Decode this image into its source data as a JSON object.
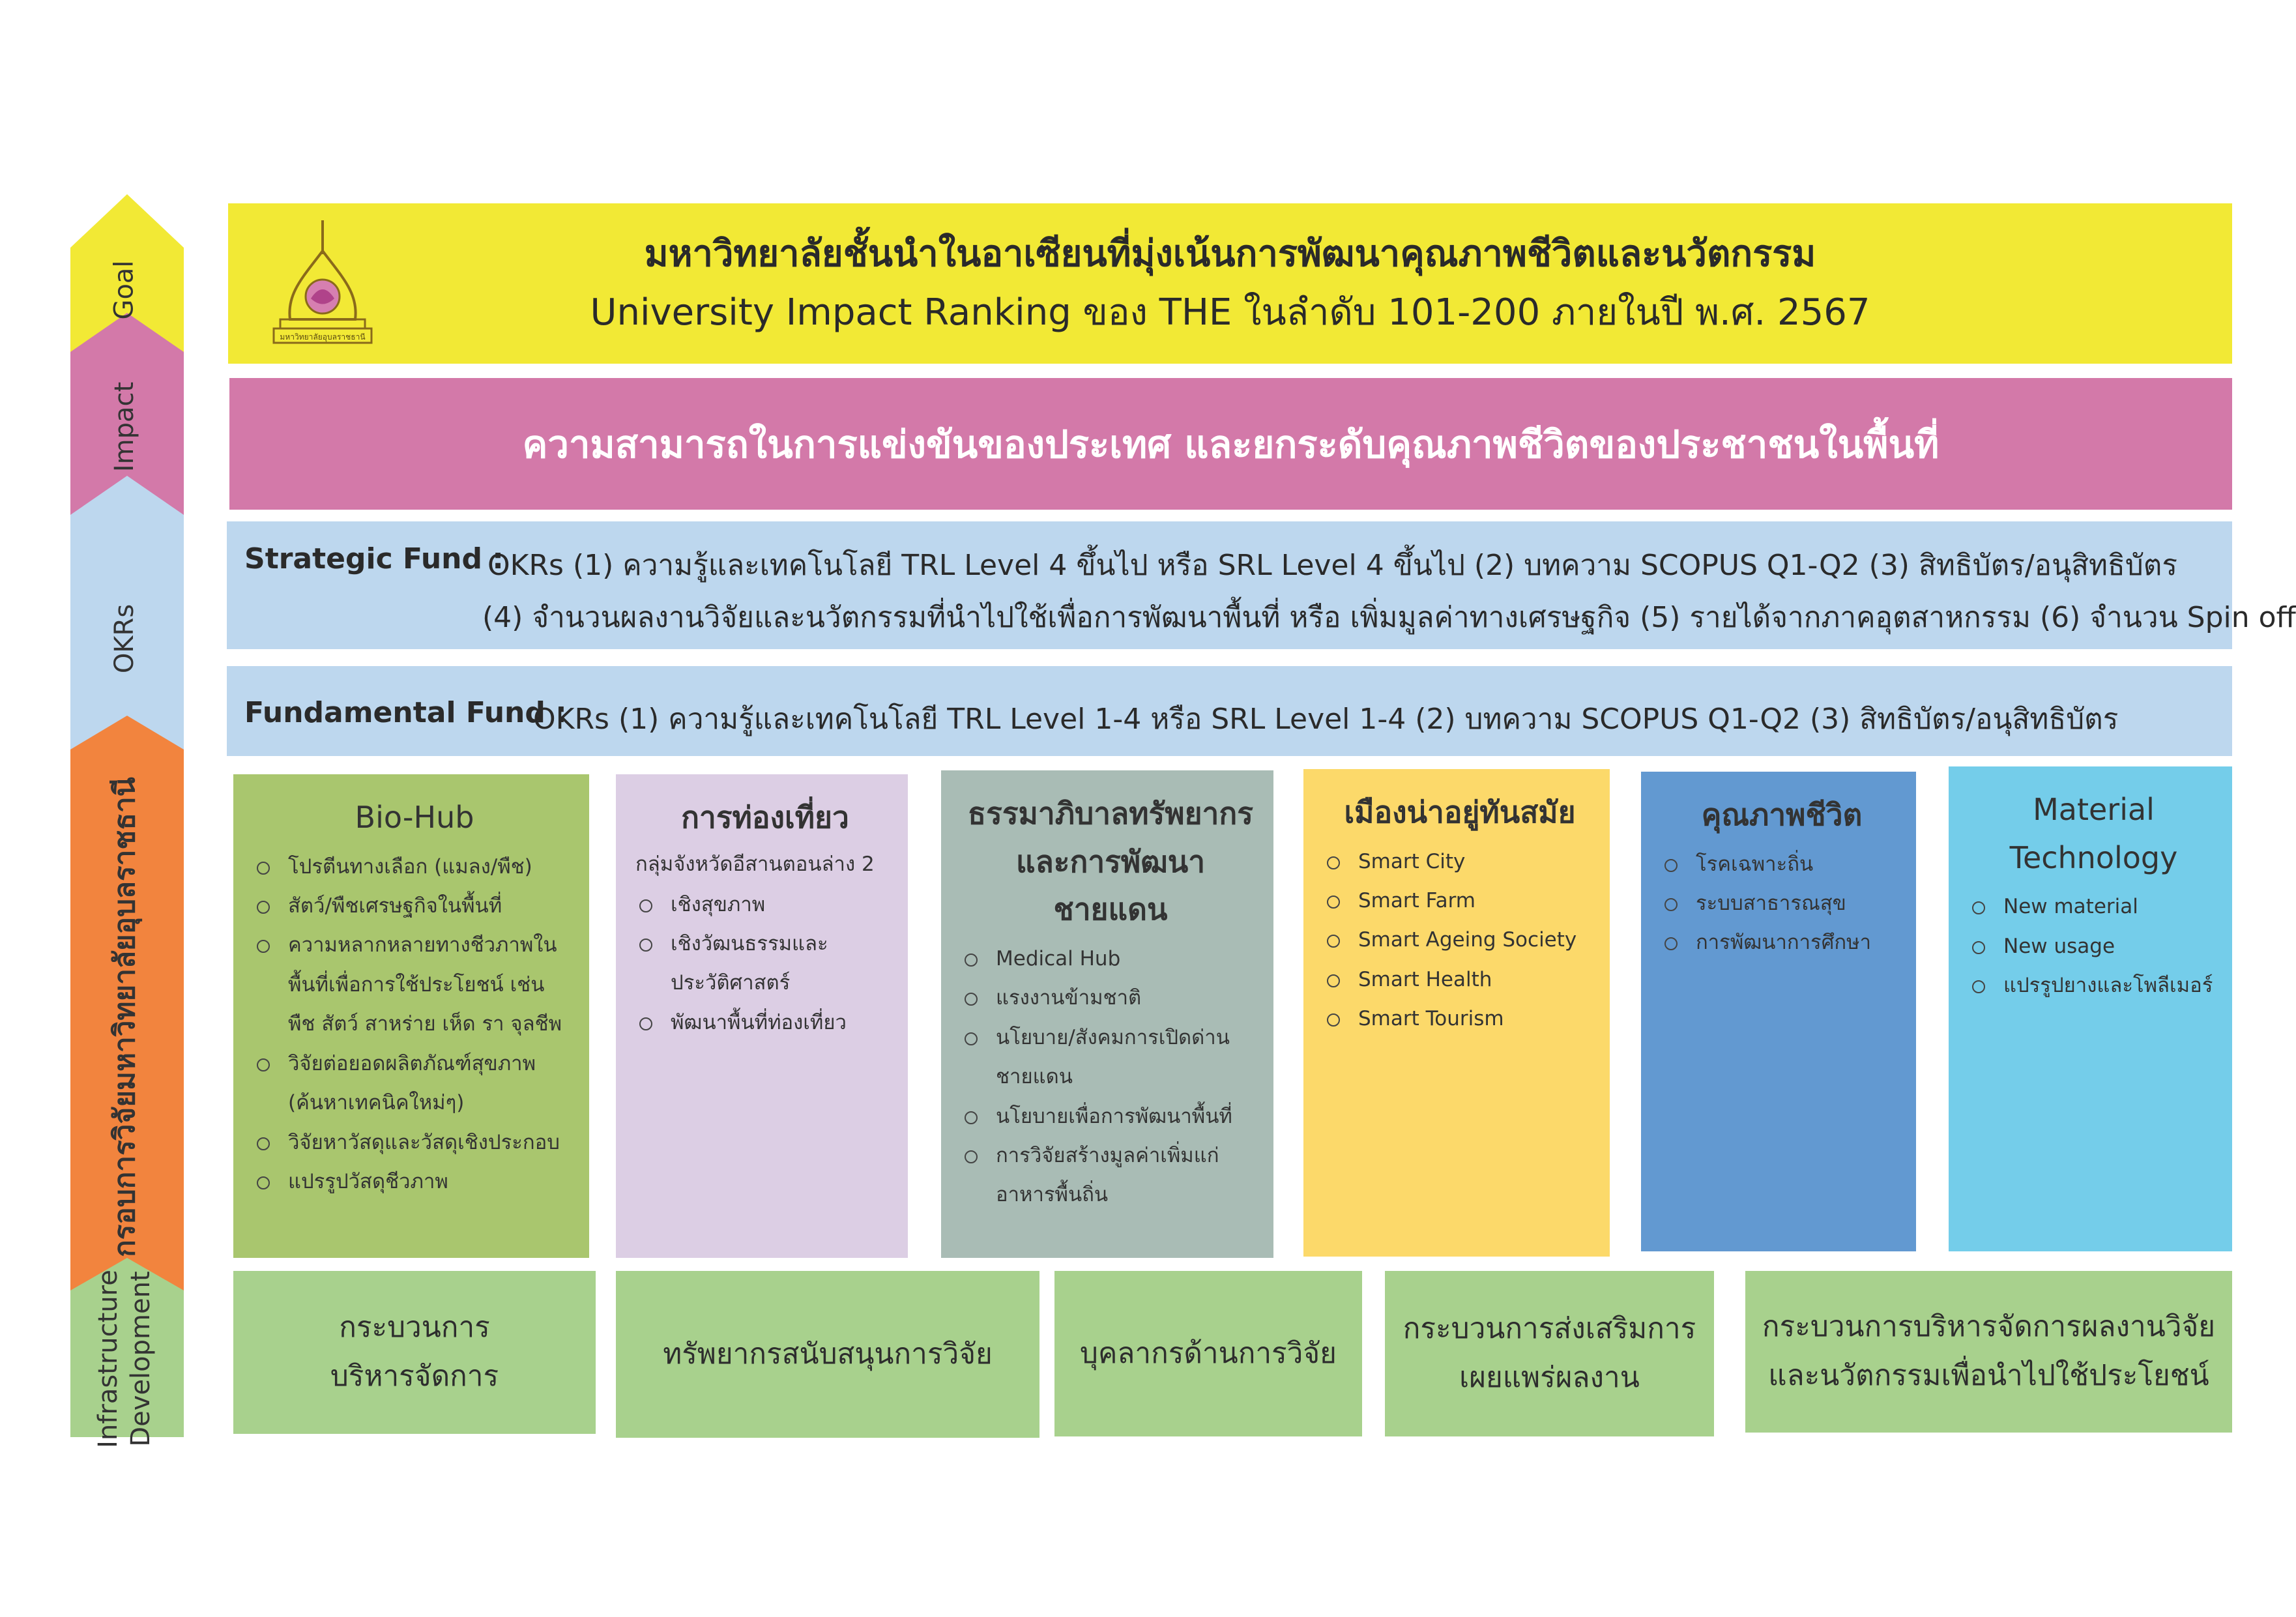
{
  "colors": {
    "goal": "#f2e935",
    "impact": "#d379a9",
    "okrs": "#bdd7ee",
    "research_frame": "#f2843e",
    "infra": "#a8d18d",
    "biohub": "#a9c66e",
    "tourism": "#dccee4",
    "governance": "#a9bcb5",
    "city": "#fcd96a",
    "quality": "#6299d1",
    "material": "#74cdea"
  },
  "side_labels": {
    "goal": "Goal",
    "impact": "Impact",
    "okrs": "OKRs",
    "research_frame": "กรอบการวิจัยมหาวิทยาลัยอุบลราชธานี",
    "infra_line1": "Infrastructure",
    "infra_line2": "Development"
  },
  "goal": {
    "line1": "มหาวิทยาลัยชั้นนำในอาเซียนที่มุ่งเน้นการพัฒนาคุณภาพชีวิตและนวัตกรรม",
    "line2": "University Impact Ranking ของ THE ในลำดับ 101-200 ภายในปี พ.ศ. 2567",
    "logo_caption": "มหาวิทยาลัยอุบลราชธานี"
  },
  "impact": {
    "text": "ความสามารถในการแข่งขันของประเทศ และยกระดับคุณภาพชีวิตของประชาชนในพื้นที่"
  },
  "strategic": {
    "label": "Strategic Fund :",
    "line1": "OKRs (1) ความรู้และเทคโนโลยี TRL Level 4  ขึ้นไป หรือ SRL Level 4 ขึ้นไป (2) บทความ SCOPUS Q1-Q2 (3) สิทธิบัตร/อนุสิทธิบัตร",
    "line2": "(4) จำนวนผลงานวิจัยและนวัตกรรมที่นำไปใช้เพื่อการพัฒนาพื้นที่ หรือ เพิ่มมูลค่าทางเศรษฐกิจ (5) รายได้จากภาคอุตสาหกรรม (6) จำนวน Spin off"
  },
  "fundamental": {
    "label": "Fundamental Fund :",
    "text": "OKRs   (1) ความรู้และเทคโนโลยี TRL Level 1-4  หรือ SRL Level 1-4  (2) บทความ SCOPUS Q1-Q2 (3) สิทธิบัตร/อนุสิทธิบัตร"
  },
  "categories": [
    {
      "title": "Bio-Hub",
      "items": [
        "โปรตีนทางเลือก (แมลง/พืช)",
        "สัตว์/พืชเศรษฐกิจในพื้นที่",
        "ความหลากหลายทางชีวภาพในพื้นที่เพื่อการใช้ประโยชน์ เช่น พืช สัตว์ สาหร่าย เห็ด รา จุลชีพ",
        "วิจัยต่อยอดผลิตภัณฑ์สุขภาพ (ค้นหาเทคนิคใหม่ๆ)",
        "วิจัยหาวัสดุและวัสดุเชิงประกอบ",
        "แปรรูปวัสดุชีวภาพ"
      ]
    },
    {
      "title": "การท่องเที่ยว",
      "subtitle": "กลุ่มจังหวัดอีสานตอนล่าง 2",
      "items": [
        "เชิงสุขภาพ",
        "เชิงวัฒนธรรมและประวัติศาสตร์",
        "พัฒนาพื้นที่ท่องเที่ยว"
      ]
    },
    {
      "title": "ธรรมาภิบาลทรัพยากรและการพัฒนาชายแดน",
      "items": [
        "Medical Hub",
        "แรงงานข้ามชาติ",
        "นโยบาย/สังคมการเปิดด่านชายแดน",
        "นโยบายเพื่อการพัฒนาพื้นที่",
        "การวิจัยสร้างมูลค่าเพิ่มแก่อาหารพื้นถิ่น"
      ]
    },
    {
      "title": "เมืองน่าอยู่ทันสมัย",
      "items": [
        "Smart City",
        "Smart Farm",
        "Smart Ageing Society",
        "Smart Health",
        "Smart Tourism"
      ]
    },
    {
      "title": "คุณภาพชีวิต",
      "items": [
        "โรคเฉพาะถิ่น",
        "ระบบสาธารณสุข",
        "การพัฒนาการศึกษา"
      ]
    },
    {
      "title": "Material Technology",
      "items": [
        "New material",
        "New usage",
        "แปรรูปยางและโพลีเมอร์"
      ]
    }
  ],
  "infrastructure": [
    "กระบวนการ\nบริหารจัดการ",
    "ทรัพยากรสนับสนุนการวิจัย",
    "บุคลากรด้านการวิจัย",
    "กระบวนการส่งเสริมการ\nเผยแพร่ผลงาน",
    "กระบวนการบริหารจัดการผลงานวิจัย\nและนวัตกรรมเพื่อนำไปใช้ประโยชน์"
  ]
}
